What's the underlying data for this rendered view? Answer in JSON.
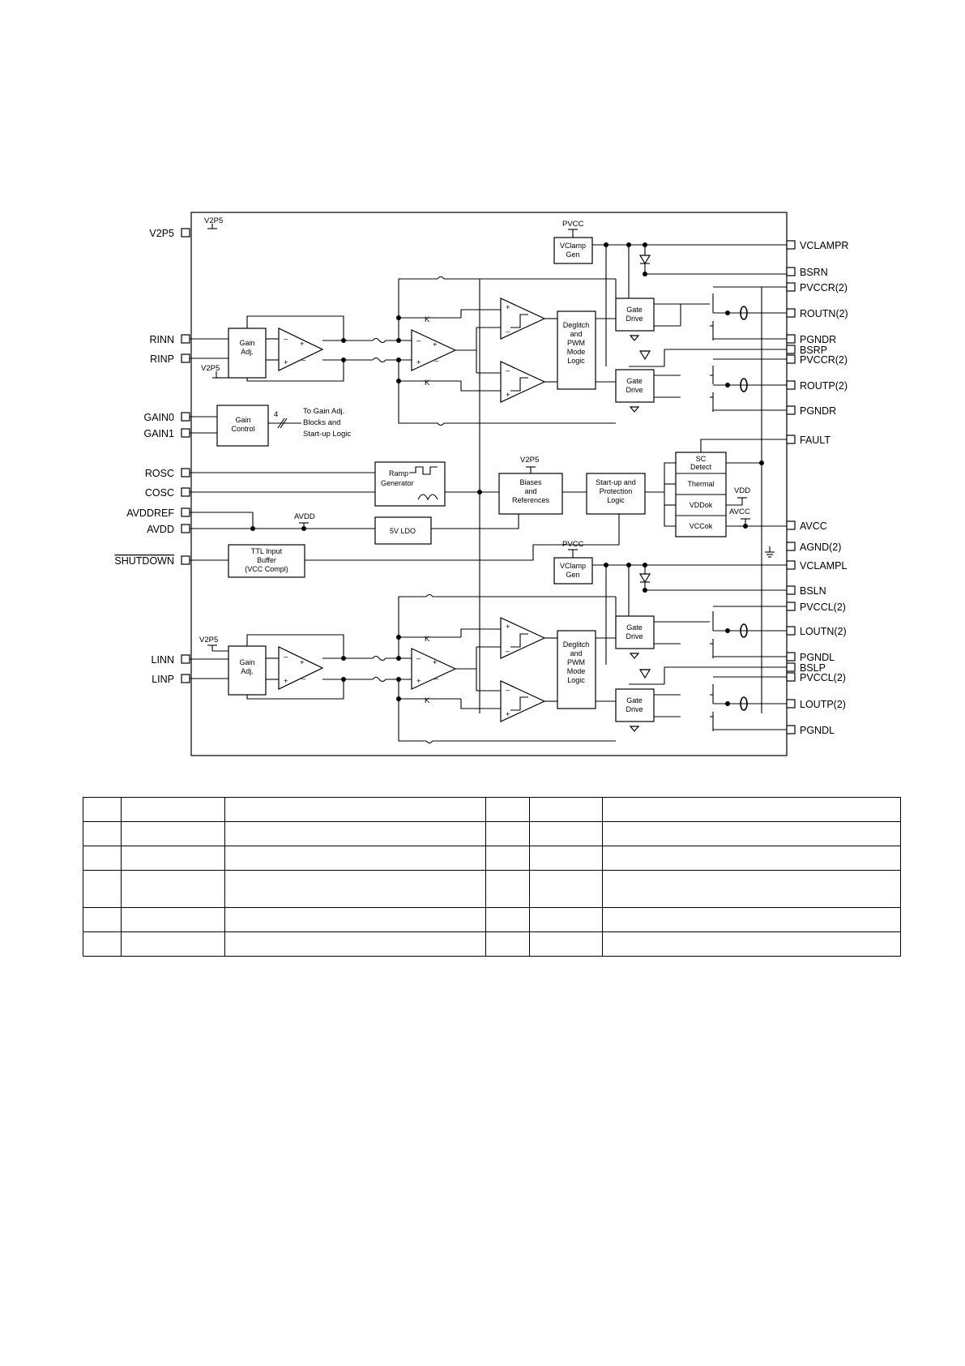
{
  "diagram": {
    "left_pins": [
      {
        "id": "v2p5",
        "label": "V2P5"
      },
      {
        "id": "rinn",
        "label": "RINN"
      },
      {
        "id": "rinp",
        "label": "RINP"
      },
      {
        "id": "gain0",
        "label": "GAIN0"
      },
      {
        "id": "gain1",
        "label": "GAIN1"
      },
      {
        "id": "rosc",
        "label": "ROSC"
      },
      {
        "id": "cosc",
        "label": "COSC"
      },
      {
        "id": "avddref",
        "label": "AVDDREF"
      },
      {
        "id": "avdd",
        "label": "AVDD"
      },
      {
        "id": "shutdown",
        "label": "SHUTDOWN"
      },
      {
        "id": "linn",
        "label": "LINN"
      },
      {
        "id": "linp",
        "label": "LINP"
      }
    ],
    "right_pins": [
      {
        "id": "vclampr",
        "label": "VCLAMPR"
      },
      {
        "id": "bsrn",
        "label": "BSRN"
      },
      {
        "id": "pvccr1",
        "label": "PVCCR(2)"
      },
      {
        "id": "routn",
        "label": "ROUTN(2)"
      },
      {
        "id": "pgndr1",
        "label": "PGNDR"
      },
      {
        "id": "bsrp",
        "label": "BSRP"
      },
      {
        "id": "pvccr2",
        "label": "PVCCR(2)"
      },
      {
        "id": "routp",
        "label": "ROUTP(2)"
      },
      {
        "id": "pgndr2",
        "label": "PGNDR"
      },
      {
        "id": "fault",
        "label": "FAULT"
      },
      {
        "id": "avcc",
        "label": "AVCC"
      },
      {
        "id": "agnd",
        "label": "AGND(2)"
      },
      {
        "id": "vclampl",
        "label": "VCLAMPL"
      },
      {
        "id": "bsln",
        "label": "BSLN"
      },
      {
        "id": "pvccl1",
        "label": "PVCCL(2)"
      },
      {
        "id": "loutn",
        "label": "LOUTN(2)"
      },
      {
        "id": "pgndl1",
        "label": "PGNDL"
      },
      {
        "id": "bslp",
        "label": "BSLP"
      },
      {
        "id": "pvccl2",
        "label": "PVCCL(2)"
      },
      {
        "id": "loutp",
        "label": "LOUTP(2)"
      },
      {
        "id": "pgndl2",
        "label": "PGNDL"
      }
    ],
    "blocks": {
      "gain_adj_r": [
        "Gain",
        "Adj."
      ],
      "gain_adj_l": [
        "Gain",
        "Adj."
      ],
      "gain_control": [
        "Gain",
        "Control"
      ],
      "gain_note": [
        "To Gain Adj.",
        "Blocks and",
        "Start-up Logic"
      ],
      "ramp": [
        "Ramp",
        "Generator"
      ],
      "biases": [
        "Biases",
        "and",
        "References"
      ],
      "startup": [
        "Start-up and",
        "Protection",
        "Logic"
      ],
      "ldo": "5V LDO",
      "ttl": [
        "TTL Input",
        "Buffer",
        "(VCC Compl)"
      ],
      "deglitch": [
        "Deglitch",
        "and",
        "PWM",
        "Mode",
        "Logic"
      ],
      "gate_drive": [
        "Gate",
        "Drive"
      ],
      "vclamp_gen": [
        "VClamp",
        "Gen"
      ],
      "sc_detect": [
        "SC",
        "Detect"
      ],
      "thermal": "Thermal",
      "vddok": "VDDok",
      "vccok": "VCCok"
    },
    "rails": {
      "v2p5": "V2P5",
      "pvcc": "PVCC",
      "avdd": "AVDD",
      "vdd": "VDD",
      "avcc": "AVCC"
    },
    "gain_bus_width": "4"
  },
  "table": {
    "rows": [
      [
        "",
        "",
        "",
        "",
        "",
        ""
      ],
      [
        "",
        "",
        "",
        "",
        "",
        ""
      ],
      [
        "",
        "",
        "",
        "",
        "",
        ""
      ],
      [
        "",
        "",
        "",
        "",
        "",
        ""
      ],
      [
        "",
        "",
        "",
        "",
        "",
        ""
      ],
      [
        "",
        "",
        "",
        "",
        "",
        ""
      ]
    ]
  }
}
